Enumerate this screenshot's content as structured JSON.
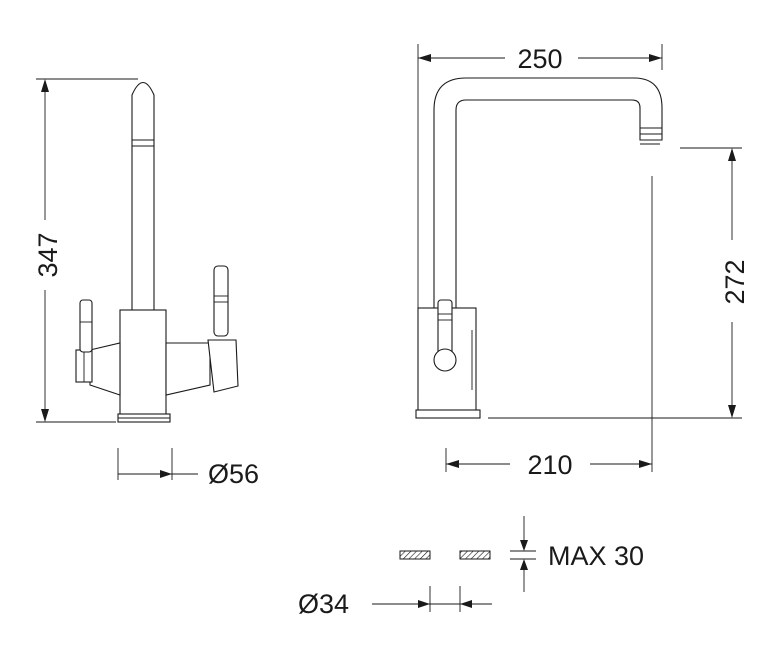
{
  "dimensions": {
    "height_total": "347",
    "base_diameter": "Ø56",
    "spout_reach_outer": "250",
    "spout_height": "272",
    "spout_reach_inner": "210",
    "hole_diameter": "Ø34",
    "max_thickness": "MAX 30"
  },
  "colors": {
    "line": "#1a1a1a",
    "background": "#ffffff"
  }
}
